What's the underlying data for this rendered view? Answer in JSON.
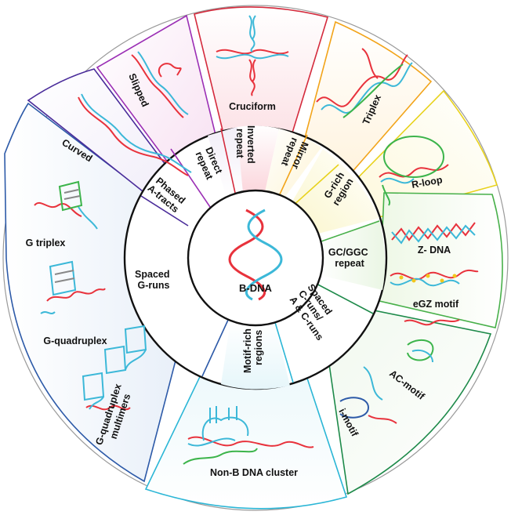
{
  "center": {
    "label": "B-DNA"
  },
  "inner_ring": [
    {
      "id": "direct",
      "lines": [
        "Direct",
        "repeat"
      ]
    },
    {
      "id": "inverted",
      "lines": [
        "Inverted",
        "repeat"
      ]
    },
    {
      "id": "mirror",
      "lines": [
        "Mirror",
        "repeat"
      ]
    },
    {
      "id": "grich",
      "lines": [
        "G-rich",
        "region"
      ]
    },
    {
      "id": "gcggc",
      "lines": [
        "GC/GGC",
        "repeat"
      ]
    },
    {
      "id": "spacedc",
      "lines": [
        "Spaced",
        "C-runs/",
        "A & C-runs"
      ]
    },
    {
      "id": "motif",
      "lines": [
        "Motif-rich",
        "regions"
      ]
    },
    {
      "id": "spacedg",
      "lines": [
        "Spaced",
        "G-runs"
      ]
    },
    {
      "id": "phased",
      "lines": [
        "Phased",
        "A-tracts"
      ]
    }
  ],
  "outer_labels": [
    {
      "id": "slipped",
      "lines": [
        "Slipped"
      ]
    },
    {
      "id": "cruciform",
      "lines": [
        "Cruciform"
      ]
    },
    {
      "id": "triplex",
      "lines": [
        "Triplex"
      ]
    },
    {
      "id": "rloop",
      "lines": [
        "R-loop"
      ]
    },
    {
      "id": "zdna",
      "lines": [
        "Z- DNA"
      ]
    },
    {
      "id": "egz",
      "lines": [
        "eGZ motif"
      ]
    },
    {
      "id": "acmotif",
      "lines": [
        "AC-motif"
      ]
    },
    {
      "id": "imotif",
      "lines": [
        "i-motif"
      ]
    },
    {
      "id": "cluster",
      "lines": [
        "Non-B DNA cluster"
      ]
    },
    {
      "id": "g4multi",
      "lines": [
        "G-quadruplex",
        "multimers"
      ]
    },
    {
      "id": "g4",
      "lines": [
        "G-quadruplex"
      ]
    },
    {
      "id": "gtriplex",
      "lines": [
        "G triplex"
      ]
    },
    {
      "id": "curved",
      "lines": [
        "Curved"
      ]
    }
  ],
  "colors": {
    "red_strand": "#e8323c",
    "blue_strand": "#3cb8d8",
    "green_strand": "#3cb44b",
    "ring": "#111111"
  }
}
